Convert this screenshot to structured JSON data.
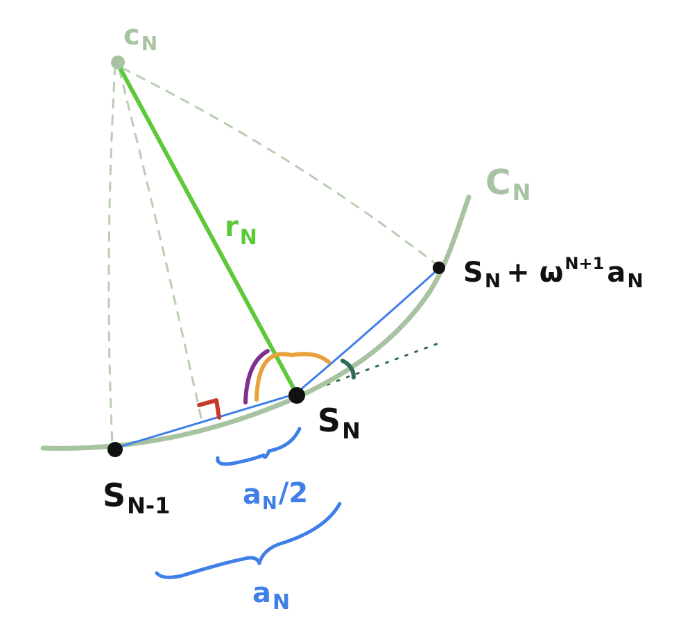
{
  "colors": {
    "curve": "#a8c3a2",
    "radius": "#5cc93a",
    "chord": "#3f7fe8",
    "dashed": "#a8c3a2",
    "right_angle": "#c63a2a",
    "angle_purple": "#7e2f90",
    "angle_orange": "#e8a13c",
    "angle_darkgreen": "#2f6b55",
    "point": "#111111"
  },
  "labels": {
    "center_name": "c",
    "center_sub": "N",
    "curve_name": "C",
    "curve_sub": "N",
    "radius_name": "r",
    "radius_sub": "N",
    "point_prev_name": "S",
    "point_prev_sub": "N-1",
    "point_cur_name": "S",
    "point_cur_sub": "N",
    "point_next_name": "S",
    "point_next_sub": "N",
    "point_next_plus": "+ ω",
    "point_next_exp": "N+1",
    "point_next_a": "a",
    "point_next_a_sub": "N",
    "half_chord_a": "a",
    "half_chord_sub": "N",
    "half_chord_div": "/2",
    "chord_a": "a",
    "chord_sub": "N"
  }
}
